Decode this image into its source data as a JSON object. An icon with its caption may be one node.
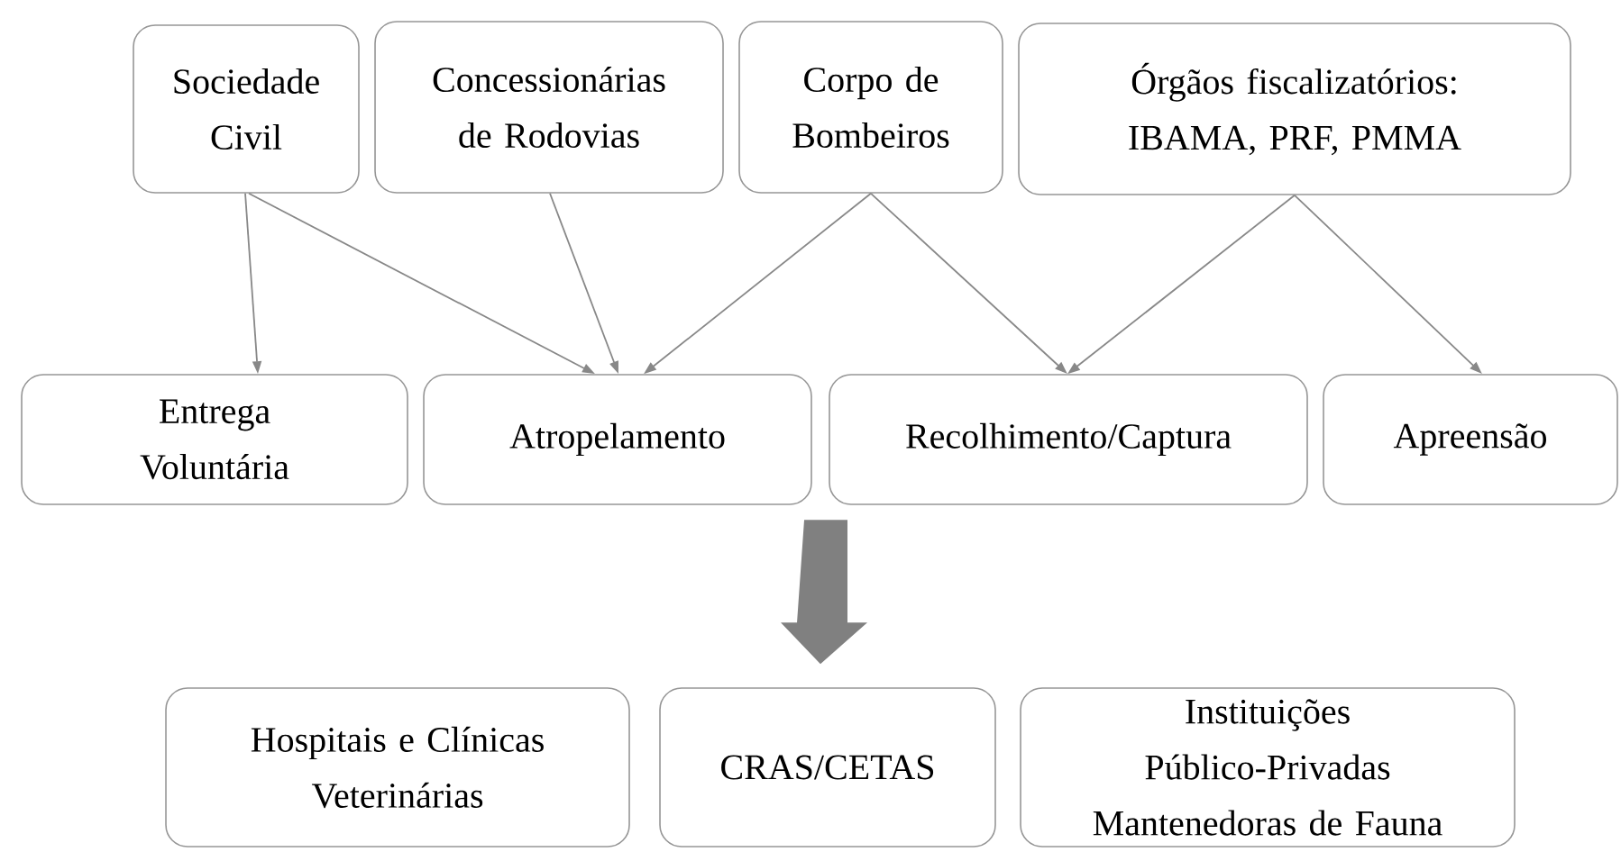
{
  "diagram": {
    "nodes": [
      {
        "text": [
          "Sociedade Civil"
        ]
      },
      {
        "text": [
          "Concessionárias de Rodovias"
        ]
      },
      {
        "text": [
          "Corpo de Bombeiros"
        ]
      },
      {
        "text": [
          "Órgãos fiscalizatórios: IBAMA, PRF, PMMA"
        ]
      },
      {
        "text": [
          "Entrega Voluntária"
        ]
      },
      {
        "text": [
          "Atropelamento"
        ]
      },
      {
        "text": [
          "Recolhimento/Captura"
        ]
      },
      {
        "text": [
          "Apreensão"
        ]
      },
      {
        "text": [
          "Hospitais e Clínicas Veterinárias"
        ]
      },
      {
        "text": [
          "CRAS/CETAS"
        ]
      },
      {
        "text": [
          "Instituições Público-Privadas Mantenedoras de Fauna"
        ]
      }
    ],
    "edges": [
      {
        "from": 0,
        "to": 4,
        "arrow": "to"
      },
      {
        "from": 0,
        "to": 5,
        "arrow": "to"
      },
      {
        "from": 1,
        "to": 5,
        "arrow": "to"
      },
      {
        "from": 2,
        "to": 5,
        "arrow": "to"
      },
      {
        "from": 2,
        "to": 6,
        "arrow": "to"
      },
      {
        "from": 3,
        "to": 6,
        "arrow": "to"
      },
      {
        "from": 3,
        "to": 7,
        "arrow": "to"
      },
      {
        "from": null,
        "to": 9,
        "arrow": "to",
        "style": "thick"
      }
    ]
  }
}
